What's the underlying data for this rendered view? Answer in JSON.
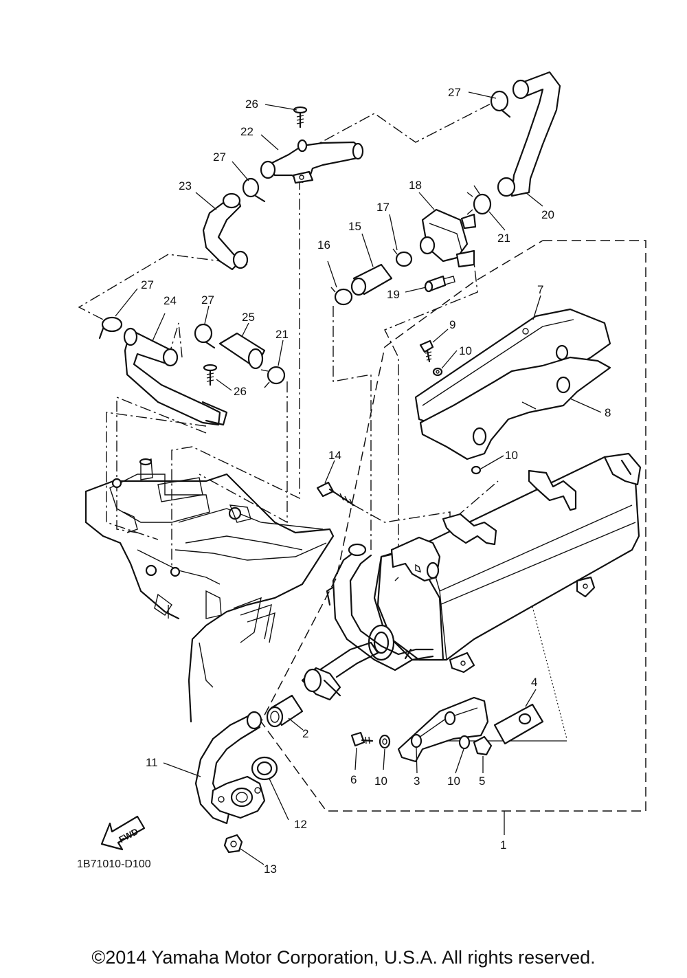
{
  "diagram_code": "1B71010-D100",
  "fwd_label": "FWD",
  "copyright": "©2014 Yamaha Motor Corporation, U.S.A. All rights reserved.",
  "callouts": [
    {
      "key": "n26a",
      "label": "26"
    },
    {
      "key": "n27a",
      "label": "27"
    },
    {
      "key": "n22",
      "label": "22"
    },
    {
      "key": "n27b",
      "label": "27"
    },
    {
      "key": "n23",
      "label": "23"
    },
    {
      "key": "n18",
      "label": "18"
    },
    {
      "key": "n20",
      "label": "20"
    },
    {
      "key": "n21a",
      "label": "21"
    },
    {
      "key": "n17",
      "label": "17"
    },
    {
      "key": "n15",
      "label": "15"
    },
    {
      "key": "n16",
      "label": "16"
    },
    {
      "key": "n19",
      "label": "19"
    },
    {
      "key": "n27c",
      "label": "27"
    },
    {
      "key": "n24",
      "label": "24"
    },
    {
      "key": "n27d",
      "label": "27"
    },
    {
      "key": "n25",
      "label": "25"
    },
    {
      "key": "n21b",
      "label": "21"
    },
    {
      "key": "n26b",
      "label": "26"
    },
    {
      "key": "n7",
      "label": "7"
    },
    {
      "key": "n9",
      "label": "9"
    },
    {
      "key": "n10a",
      "label": "10"
    },
    {
      "key": "n8",
      "label": "8"
    },
    {
      "key": "n14",
      "label": "14"
    },
    {
      "key": "n10b",
      "label": "10"
    },
    {
      "key": "n4",
      "label": "4"
    },
    {
      "key": "n2",
      "label": "2"
    },
    {
      "key": "n11",
      "label": "11"
    },
    {
      "key": "n6",
      "label": "6"
    },
    {
      "key": "n10c",
      "label": "10"
    },
    {
      "key": "n3",
      "label": "3"
    },
    {
      "key": "n10d",
      "label": "10"
    },
    {
      "key": "n5",
      "label": "5"
    },
    {
      "key": "n12",
      "label": "12"
    },
    {
      "key": "n13",
      "label": "13"
    },
    {
      "key": "n1",
      "label": "1"
    }
  ]
}
